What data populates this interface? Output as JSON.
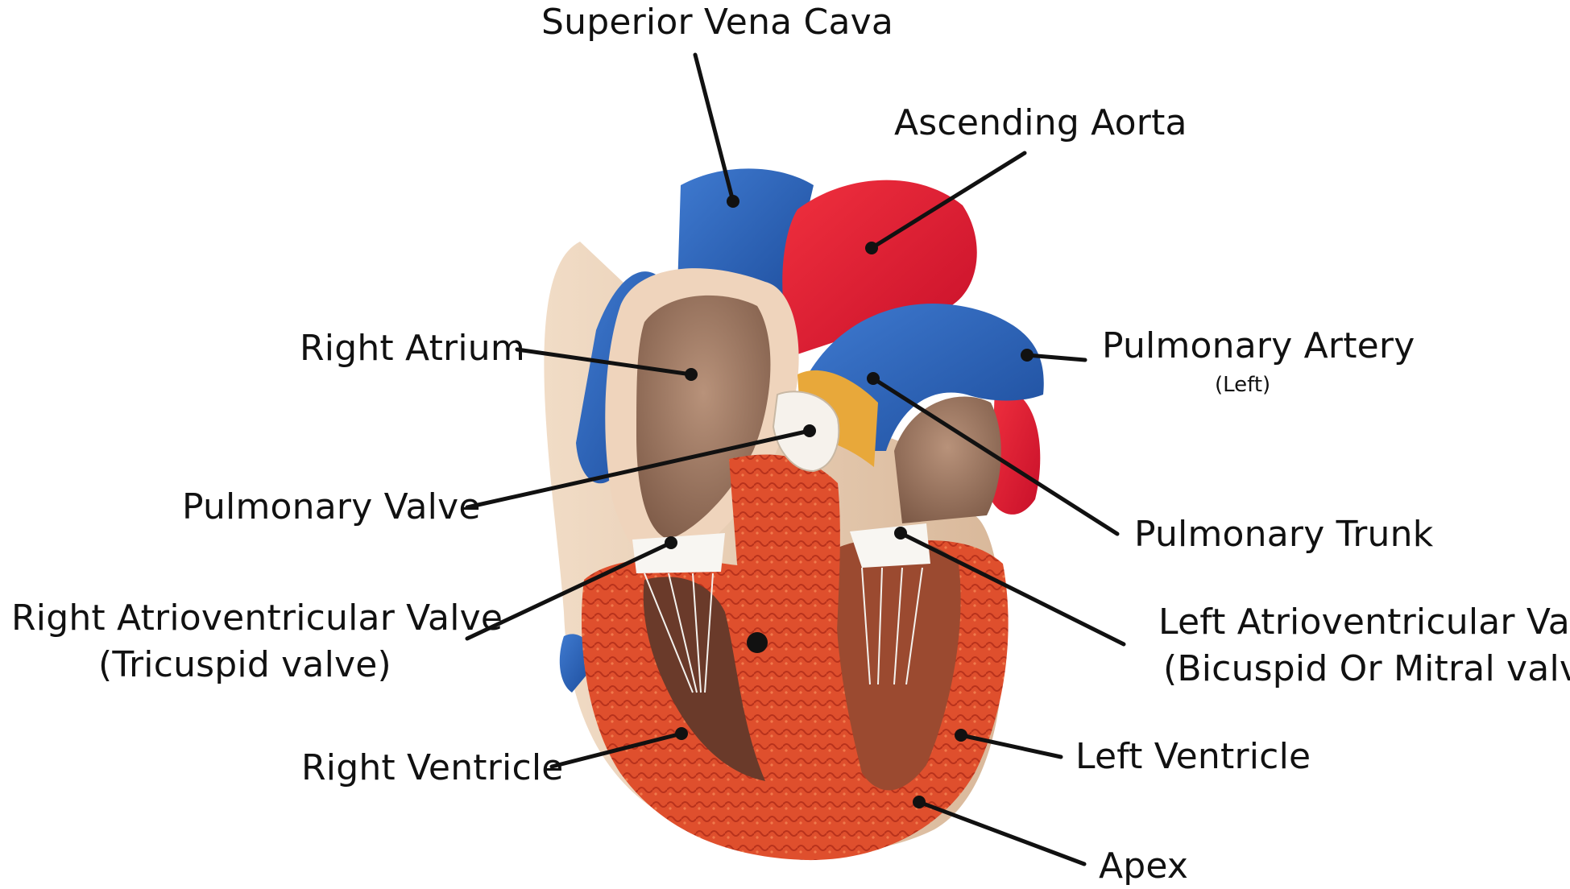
{
  "labels": {
    "superior_vena_cava": "Superior Vena Cava",
    "ascending_aorta": "Ascending Aorta",
    "right_atrium": "Right Atrium",
    "pulmonary_artery": "Pulmonary Artery",
    "pulmonary_artery_note": "(Left)",
    "pulmonary_valve": "Pulmonary Valve",
    "pulmonary_trunk": "Pulmonary Trunk",
    "right_av_valve_line1": "Right Atrioventricular Valve",
    "right_av_valve_line2": "(Tricuspid valve)",
    "left_av_valve_line1": "Left Atrioventricular Valve",
    "left_av_valve_line2": "(Bicuspid Or Mitral valve)",
    "right_ventricle": "Right Ventricle",
    "left_ventricle": "Left Ventricle",
    "apex": "Apex"
  },
  "colors": {
    "vein_blue": "#2a5fb3",
    "artery_red": "#e5192f",
    "myocardium": "#e0502e",
    "atrium_beige": "#e8cdb3",
    "line": "#111111"
  }
}
